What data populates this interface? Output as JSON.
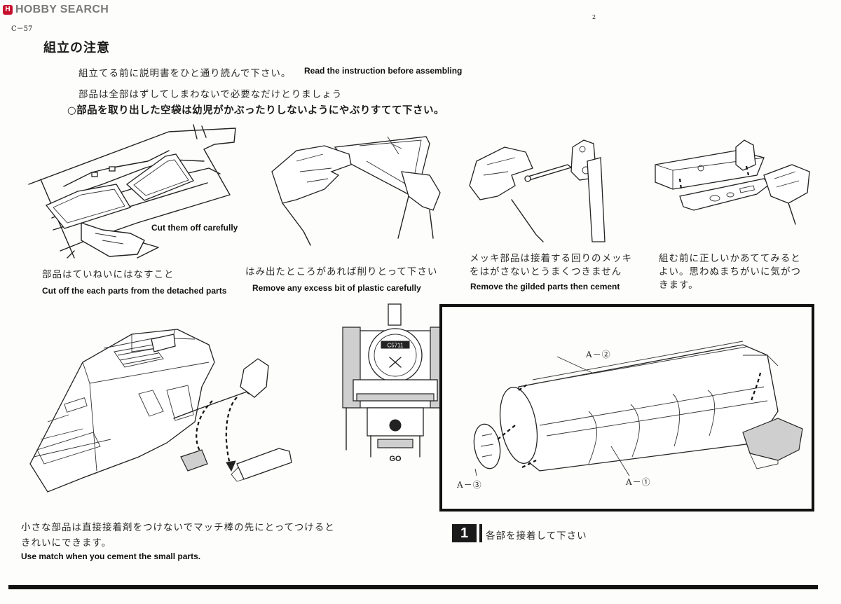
{
  "brand": {
    "logo_text": "HOBBY SEARCH",
    "accent_color": "#c8102e"
  },
  "header": {
    "model_code": "C－57",
    "page_mark": "2"
  },
  "section": {
    "title": "組立の注意"
  },
  "notes": {
    "line1_jp": "組立てる前に説明書をひと通り読んで下さい。",
    "line1_en": "Read the instruction before assembling",
    "line2_jp": "部品は全部はずしてしまわないで必要なだけとりましょう",
    "line3_jp": "○部品を取り出した空袋は幼児がかぶったりしないようにやぶりすてて下さい。"
  },
  "steps": [
    {
      "label": "Cut them off carefully",
      "caption_jp": "部品はていねいにはなすこと",
      "caption_en": "Cut off the each parts from the detached parts"
    },
    {
      "caption_jp": "はみ出たところがあれば削りとって下さい",
      "caption_en": "Remove any excess bit of plastic carefully"
    },
    {
      "caption_jp_1": "メッキ部品は接着する回りのメッキ",
      "caption_jp_2": "をはがさないとうまくつきません",
      "caption_en": "Remove the gilded parts then cement"
    },
    {
      "caption_jp_1": "組む前に正しいかあててみると",
      "caption_jp_2": "よい。思わぬまちがいに気がつ",
      "caption_jp_3": "きます。"
    }
  ],
  "small_parts": {
    "caption_jp_1": "小さな部品は直接接着剤をつけないでマッチ棒の先にとってつけると",
    "caption_jp_2": "きれいにできます。",
    "caption_en": "Use match when you cement the small  parts."
  },
  "locomotive": {
    "number_plate": "C5711",
    "lettering": "GO"
  },
  "step1_diagram": {
    "part_a2": "A－②",
    "part_a1": "A－①",
    "part_a3": "A－③",
    "step_number": "1",
    "instruction": "各部を接着して下さい"
  }
}
